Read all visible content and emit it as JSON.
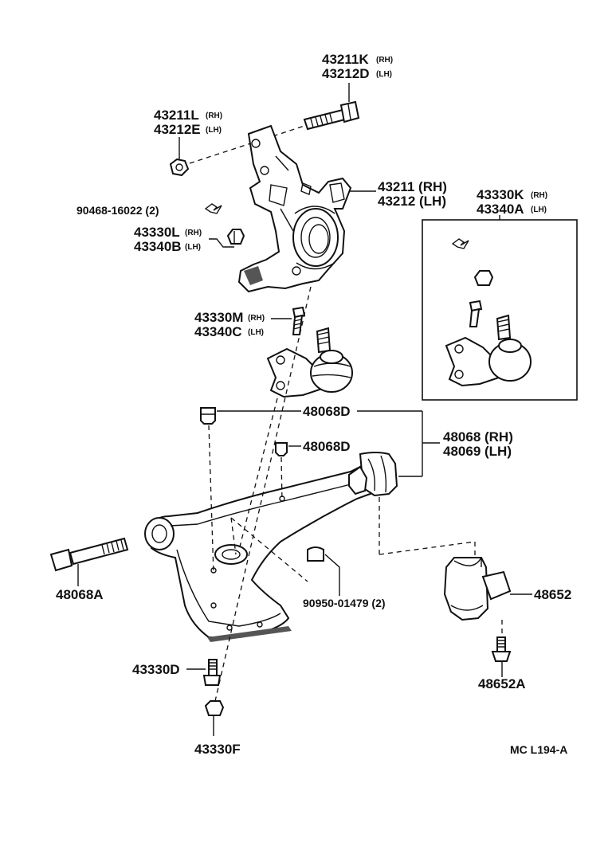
{
  "labels": {
    "bolt_43211K": "43211K",
    "bolt_43211K_side": "(RH)",
    "bolt_43212D": "43212D",
    "bolt_43212D_side": "(LH)",
    "nut_43211L": "43211L",
    "nut_43211L_side": "(RH)",
    "nut_43212E": "43212E",
    "nut_43212E_side": "(LH)",
    "clip_90468": "90468-16022 (2)",
    "knuckle_43211": "43211 (RH)",
    "knuckle_43212": "43212 (LH)",
    "nut_43330L": "43330L",
    "nut_43330L_side": "(RH)",
    "nut_43340B": "43340B",
    "nut_43340B_side": "(LH)",
    "bolt_43330M": "43330M",
    "bolt_43330M_side": "(RH)",
    "bolt_43340C": "43340C",
    "bolt_43340C_side": "(LH)",
    "kit_43330K": "43330K",
    "kit_43330K_side": "(RH)",
    "kit_43340A": "43340A",
    "kit_43340A_side": "(LH)",
    "bush_48068D_1": "48068D",
    "bush_48068D_2": "48068D",
    "arm_48068": "48068 (RH)",
    "arm_48069": "48069 (LH)",
    "bolt_48068A": "48068A",
    "plug_90950": "90950-01479 (2)",
    "bracket_48652": "48652",
    "bolt_48652A": "48652A",
    "bolt_43330D": "43330D",
    "nut_43330F": "43330F",
    "diagram_code": "MC L194-A"
  }
}
